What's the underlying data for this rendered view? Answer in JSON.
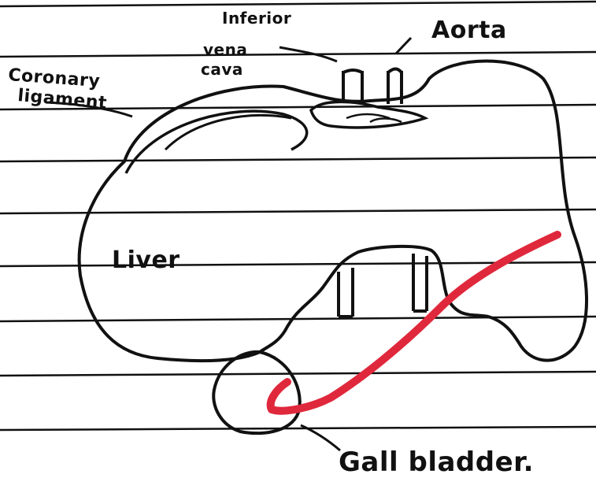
{
  "labels": {
    "coronary_ligament": [
      "Coronary",
      "ligament"
    ],
    "inferior_vena_cava": [
      "Inferior",
      "vena",
      "cava"
    ],
    "aorta": "Aorta",
    "liver": "Liver",
    "gall_bladder": "Gall bladder."
  },
  "colors": {
    "paper": "#ffffff",
    "ruled_line": "#111111",
    "ink": "#111111",
    "red_arrow": "#e0283c"
  }
}
